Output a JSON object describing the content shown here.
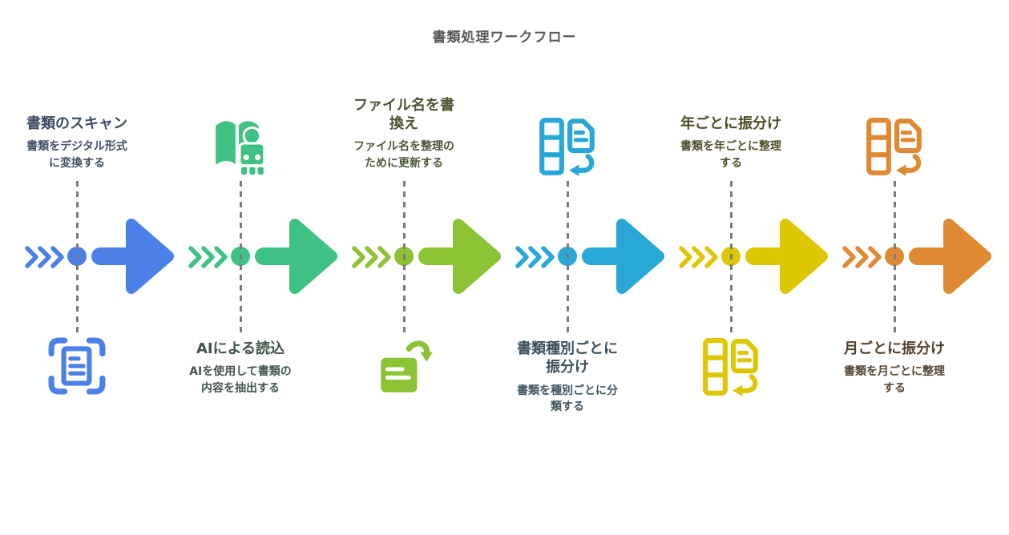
{
  "title": "書類処理ワークフロー",
  "colors": {
    "background": "#ffffff",
    "title_text": "#595959",
    "connector_line": "#7b7b7b"
  },
  "steps": [
    {
      "title": "書類のスキャン",
      "description": "書類をデジタル形式\nに変換する",
      "icon": "scan-document-icon",
      "accent": "#4a80e8",
      "title_color": "#3d4b66",
      "desc_color": "#44506a"
    },
    {
      "title": "AIによる読込",
      "description": "AIを使用して書類の\n内容を抽出する",
      "icon": "ai-robot-reading-icon",
      "accent": "#3ec183",
      "title_color": "#3e5347",
      "desc_color": "#45564c"
    },
    {
      "title": "ファイル名を書\n換え",
      "description": "ファイル名を整理の\nために更新する",
      "icon": "rename-file-icon",
      "accent": "#8bc334",
      "title_color": "#4a5532",
      "desc_color": "#4e5837"
    },
    {
      "title": "書類種別ごとに\n振分け",
      "description": "書類を種別ごとに分\n類する",
      "icon": "sort-documents-icon",
      "accent": "#29a8d8",
      "title_color": "#3b4f5c",
      "desc_color": "#405460"
    },
    {
      "title": "年ごとに振分け",
      "description": "書類を年ごとに整理\nする",
      "icon": "sort-documents-icon",
      "accent": "#ddc702",
      "title_color": "#4f4d26",
      "desc_color": "#53512d"
    },
    {
      "title": "月ごとに振分け",
      "description": "書類を月ごとに整理\nする",
      "icon": "sort-documents-icon",
      "accent": "#df8a33",
      "title_color": "#53422f",
      "desc_color": "#564636"
    }
  ]
}
